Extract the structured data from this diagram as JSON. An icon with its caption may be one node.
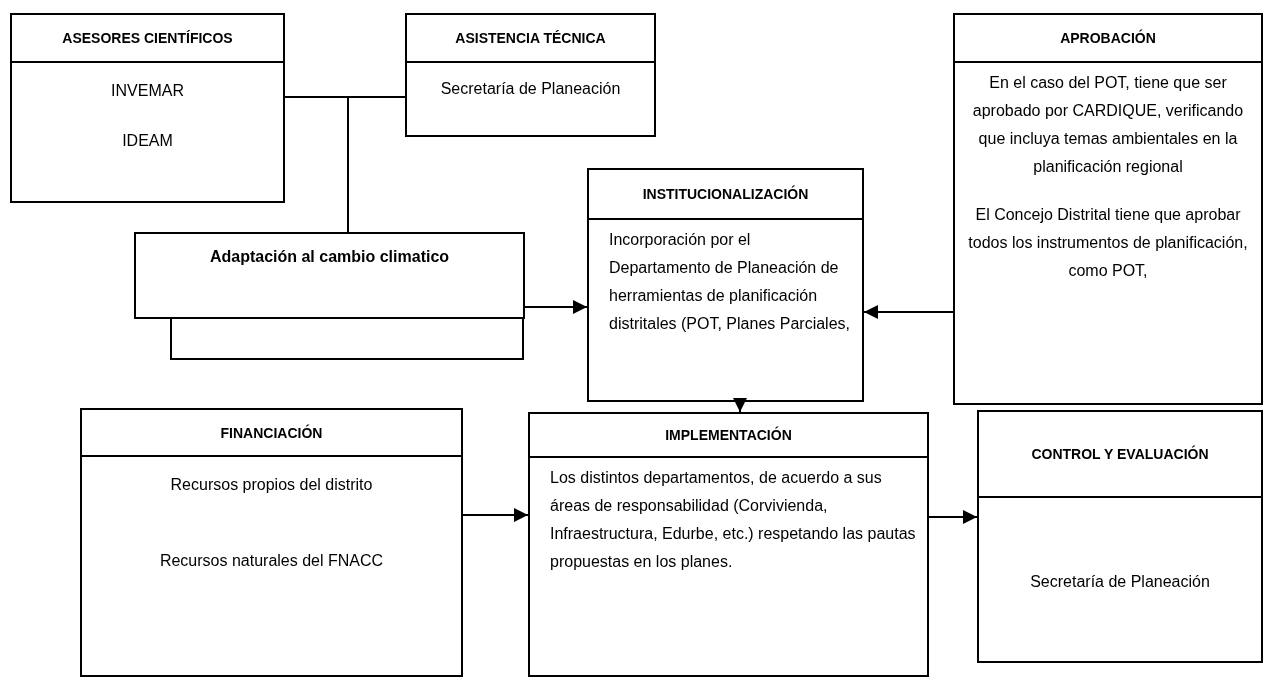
{
  "diagram": {
    "nodes": [
      {
        "text": [
          "ASESORES CIENTÍFICOS",
          "INVEMAR",
          "IDEAM"
        ]
      },
      {
        "text": [
          "ASISTENCIA TÉCNICA",
          "Secretaría de Planeación"
        ]
      },
      {
        "text": [
          "APROBACIÓN",
          "En el caso del POT, tiene que ser aprobado por CARDIQUE, verificando que incluya temas ambientales en la planificación regional",
          "El Concejo Distrital tiene que aprobar todos los instrumentos de planificación, como POT,"
        ]
      },
      {
        "text": [
          "INSTITUCIONALIZACIÓN",
          "Incorporación por el Departamento de Planeación de herramientas de planificación distritales (POT, Planes Parciales,"
        ]
      },
      {
        "text": [
          "Adaptación al cambio climatico"
        ]
      },
      {
        "text": [],
        "shape": "box"
      },
      {
        "text": [
          "FINANCIACIÓN",
          "Recursos propios del distrito",
          "Recursos naturales del FNACC"
        ]
      },
      {
        "text": [
          "IMPLEMENTACIÓN",
          "Los distintos departamentos, de acuerdo a sus áreas de responsabilidad (Corvivienda, Infraestructura, Edurbe, etc.) respetando las pautas propuestas en los planes."
        ]
      },
      {
        "text": [
          "CONTROL Y EVALUACIÓN",
          "Secretaría de Planeación"
        ]
      }
    ],
    "edges": [
      {
        "from": 0,
        "to": 1,
        "arrow": "none"
      },
      {
        "from": 0,
        "to": 4,
        "arrow": "none"
      },
      {
        "from": 1,
        "to": 4,
        "arrow": "none"
      },
      {
        "from": 4,
        "to": 3,
        "arrow": "to"
      },
      {
        "from": 2,
        "to": 3,
        "arrow": "to"
      },
      {
        "from": 3,
        "to": 7,
        "arrow": "to"
      },
      {
        "from": 6,
        "to": 7,
        "arrow": "to"
      },
      {
        "from": 7,
        "to": 8,
        "arrow": "to"
      }
    ]
  }
}
